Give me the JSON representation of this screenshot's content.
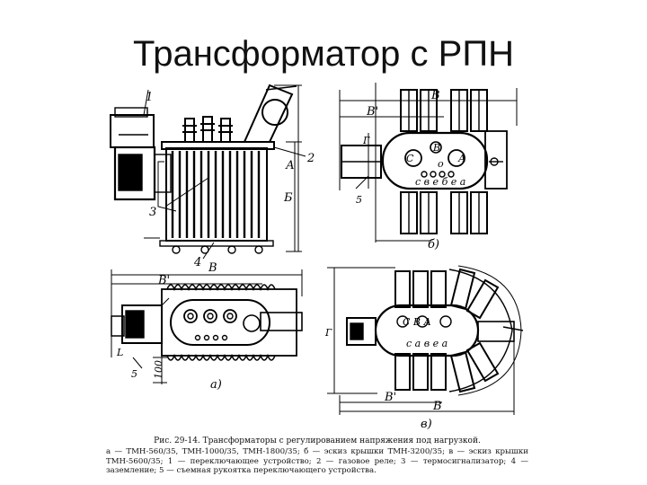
{
  "title": "Трансформатор с РПН",
  "labels": {
    "a1": "1",
    "a2": "2",
    "a3": "3",
    "a4": "4",
    "a5": "5",
    "A": "А",
    "B": "Б",
    "dimB": "В",
    "dimBp": "В'",
    "sub_a": "а)",
    "sub_b": "б)",
    "sub_v": "в)",
    "L": "Г",
    "l": "L",
    "dim100": "100",
    "b_C": "С",
    "b_B": "В",
    "b_A": "А",
    "b_o": "о",
    "b_row": "с в е б е а",
    "v_row": "с а в е а",
    "v_CB": "С В А"
  },
  "caption": {
    "head": "Рис. 29-14. Трансформаторы с регулированием напряжения под нагрузкой.",
    "body": "а — ТМН-560/35, ТМН-1000/35, ТМН-1800/35; б — эскиз крышки ТМН-3200/35; в — эскиз крышки ТМН-5600/35; 1 — переключающее устройство; 2 — газовое реле; 3 — термосиг­нализатор; 4 — заземление; 5 — съемная рукоятка переключающего устройства."
  }
}
